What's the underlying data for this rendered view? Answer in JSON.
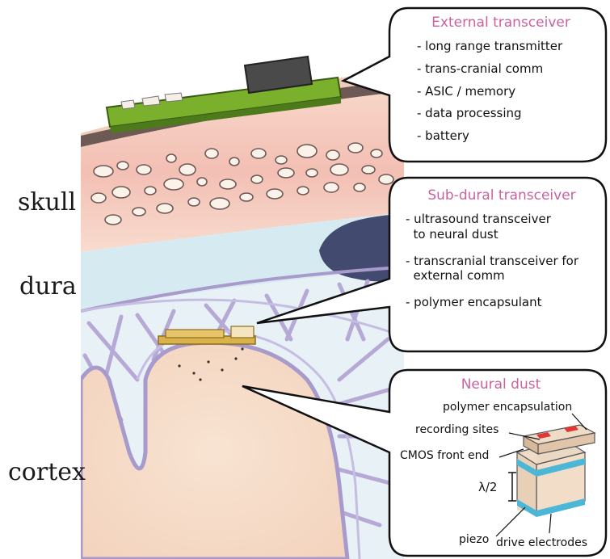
{
  "colors": {
    "title_pink": "#c9629f",
    "skull_pink": "#f3c7b6",
    "dura_blue": "#d8ecf1",
    "tissue_beige": "#f6dcc8",
    "membrane_lavender": "#a99acc",
    "board_green": "#7bb02c",
    "chip_gray": "#4a4a4a",
    "vessel_navy": "#434a70",
    "electrode_blue": "#4bb6d6",
    "recording_site_red": "#e23636"
  },
  "layers": {
    "skull": "skull",
    "dura": "dura",
    "cortex": "cortex"
  },
  "external": {
    "title": "External transceiver",
    "items": [
      "- long range transmitter",
      "- trans-cranial comm",
      "- ASIC / memory",
      "- data processing",
      "- battery"
    ]
  },
  "subdural": {
    "title": "Sub-dural transceiver",
    "items": [
      "- ultrasound transceiver",
      "  to neural dust",
      "- transcranial transceiver for",
      "  external comm",
      "- polymer encapsulant"
    ]
  },
  "neural_dust": {
    "title": "Neural dust",
    "labels": {
      "polymer_encapsulation": "polymer encapsulation",
      "recording_sites": "recording sites",
      "cmos_front_end": "CMOS front end",
      "lambda": "λ/2",
      "piezo": "piezo",
      "drive_electrodes": "drive electrodes"
    }
  }
}
